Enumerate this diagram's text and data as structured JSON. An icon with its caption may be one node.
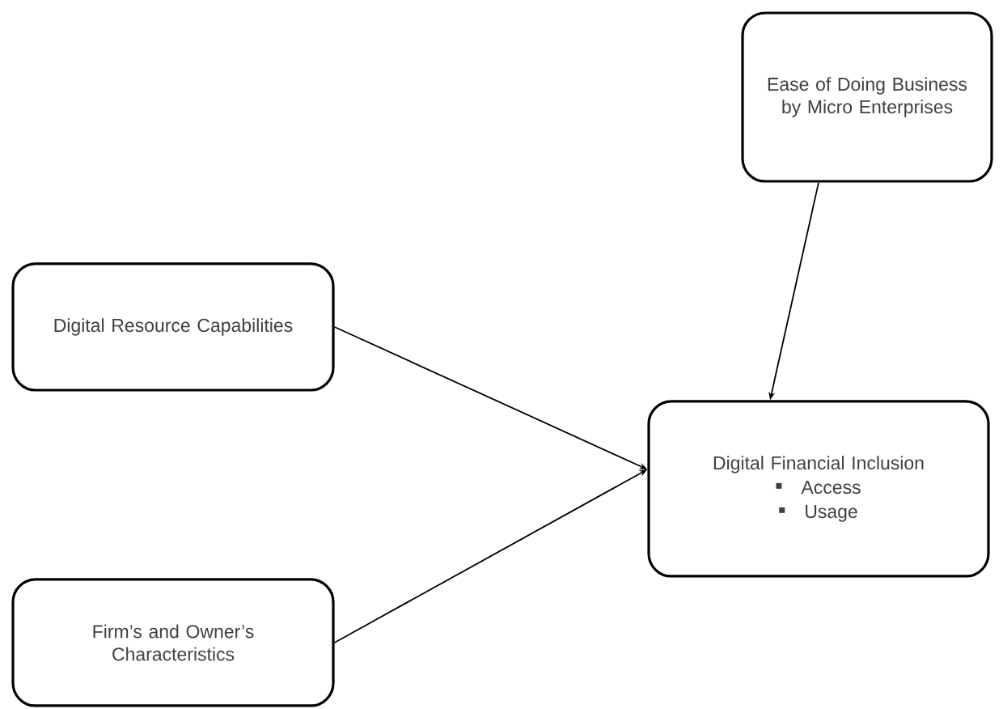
{
  "diagram": {
    "nodes": [
      {
        "text": [
          "Ease of Doing Business by Micro Enterprises"
        ]
      },
      {
        "text": [
          "Digital Resource Capabilities"
        ]
      },
      {
        "text": [
          "Digital Financial Inclusion",
          "Access",
          "Usage"
        ]
      },
      {
        "text": [
          "Firm’s and Owner’s Characteristics"
        ]
      }
    ],
    "edges": [
      {
        "from": 0,
        "to": 2,
        "arrow": "to"
      },
      {
        "from": 1,
        "to": 2,
        "arrow": "to"
      },
      {
        "from": 3,
        "to": 2,
        "arrow": "to"
      }
    ]
  }
}
